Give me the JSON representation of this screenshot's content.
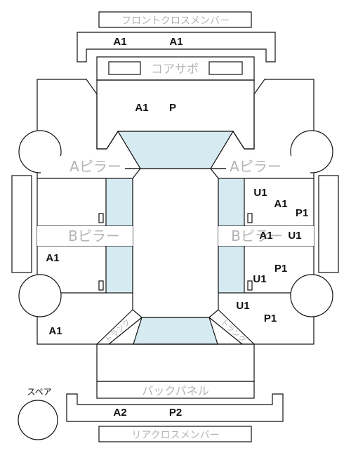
{
  "labels": {
    "front_cross_member": "フロントクロスメンバー",
    "core_support": "コアサポ",
    "a_pillar_left": "Aピラー",
    "a_pillar_right": "Aピラー",
    "b_pillar_left": "Bピラー",
    "b_pillar_right": "Bピラー",
    "back_panel": "バックパネル",
    "rear_cross_member": "リアクロスメンバー",
    "spare": "スペア",
    "trunk_left": "トランク",
    "trunk_right": "トランク"
  },
  "codes": {
    "front_cm_left": "A1",
    "front_cm_right": "A1",
    "hood_a": "A1",
    "hood_p": "P",
    "r_front_u": "U1",
    "r_front_a": "A1",
    "r_front_p": "P1",
    "r_bpillar_a": "A1",
    "r_bpillar_u": "U1",
    "r_rear_p": "P1",
    "r_rear_u": "U1",
    "r_quarter_u": "U1",
    "r_quarter_p": "P1",
    "l_rear_a": "A1",
    "l_quarter_a": "A1",
    "rear_cm_a": "A2",
    "rear_cm_p": "P2"
  },
  "colors": {
    "glass": "#d6eaf2",
    "outline": "#111111",
    "part_label": "#b4b4b4"
  }
}
